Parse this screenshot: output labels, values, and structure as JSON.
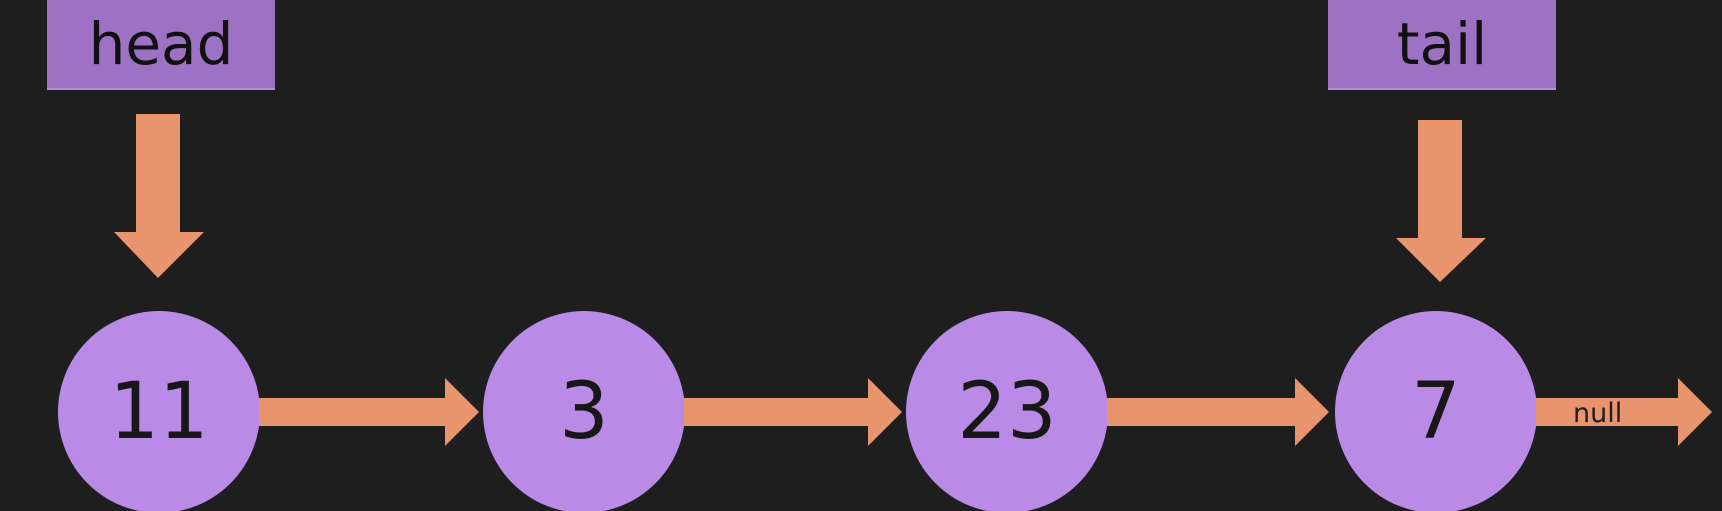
{
  "pointers": {
    "head": "head",
    "tail": "tail"
  },
  "nodes": [
    "11",
    "3",
    "23",
    "7"
  ],
  "terminator": "null",
  "colors": {
    "background": "#1e1e1e",
    "pointer_box": "#9d71c4",
    "node": "#b98be6",
    "arrow": "#e8946c"
  }
}
